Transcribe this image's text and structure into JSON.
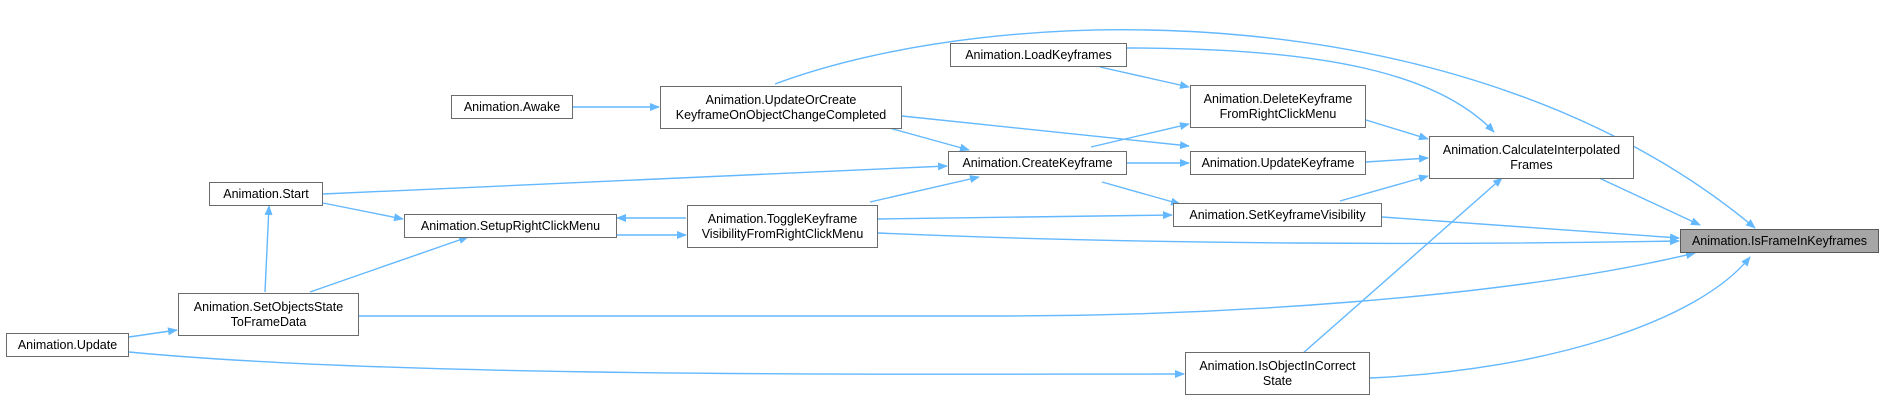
{
  "colors": {
    "edge": "#63b8ff",
    "node_border": "#6b6b6b",
    "target_fill": "#a6a6a6"
  },
  "nodes": {
    "load_keyframes": "Animation.LoadKeyframes",
    "awake": "Animation.Awake",
    "update_or_create": "Animation.UpdateOrCreate\nKeyframeOnObjectChangeCompleted",
    "delete_keyframe": "Animation.DeleteKeyframe\nFromRightClickMenu",
    "calculate_interpolated": "Animation.CalculateInterpolated\nFrames",
    "start": "Animation.Start",
    "create_keyframe": "Animation.CreateKeyframe",
    "update_keyframe": "Animation.UpdateKeyframe",
    "setup_right_click_menu": "Animation.SetupRightClickMenu",
    "toggle_visibility": "Animation.ToggleKeyframe\nVisibilityFromRightClickMenu",
    "set_keyframe_visibility": "Animation.SetKeyframeVisibility",
    "is_frame_in_keyframes": "Animation.IsFrameInKeyframes",
    "set_objects_state": "Animation.SetObjectsState\nToFrameData",
    "update": "Animation.Update",
    "is_object_in_correct_state": "Animation.IsObjectInCorrect\nState"
  }
}
